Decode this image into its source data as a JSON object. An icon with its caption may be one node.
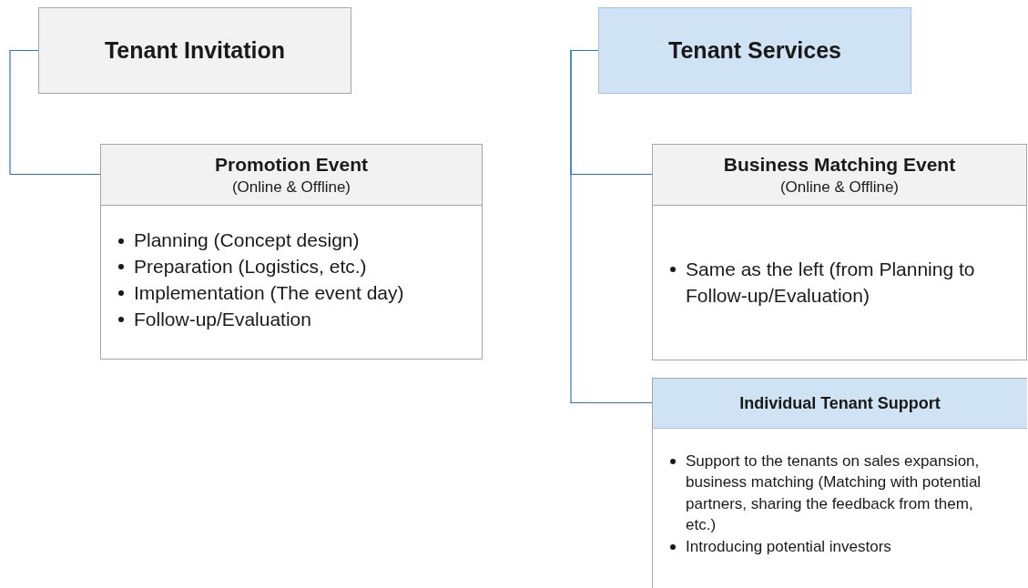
{
  "diagram": {
    "nodes": [
      {
        "text": [
          "Tenant Invitation"
        ]
      },
      {
        "text": [
          "Promotion Event",
          "(Online & Offline)",
          "Planning (Concept design)",
          "Preparation (Logistics, etc.)",
          "Implementation (The event day)",
          "Follow-up/Evaluation"
        ]
      },
      {
        "text": [
          "Tenant Services"
        ]
      },
      {
        "text": [
          "Business Matching Event",
          "(Online & Offline)",
          "Same as the left (from Planning to Follow-up/Evaluation)"
        ]
      },
      {
        "text": [
          "Individual Tenant Support",
          "Support to the tenants on sales expansion, business matching (Matching with potential partners, sharing the feedback from them, etc.)",
          "Introducing potential investors"
        ]
      }
    ],
    "edges": [
      {
        "from": 0,
        "to": 1,
        "arrow": "none"
      },
      {
        "from": 2,
        "to": 3,
        "arrow": "none"
      },
      {
        "from": 2,
        "to": 4,
        "arrow": "none"
      }
    ]
  }
}
